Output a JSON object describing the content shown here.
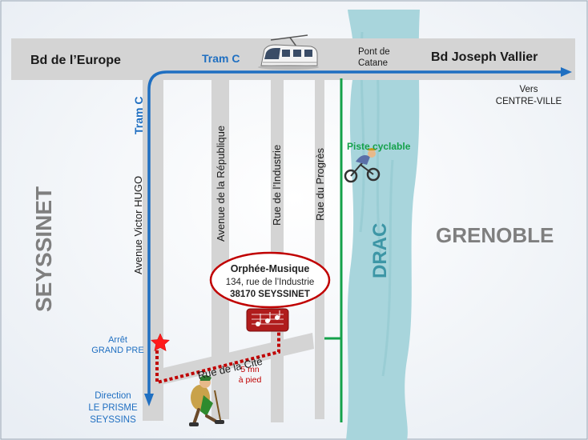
{
  "streets": {
    "bd_europe": "Bd de l’Europe",
    "bd_vallier": "Bd Joseph Vallier",
    "pont_catane_line1": "Pont de",
    "pont_catane_line2": "Catane",
    "av_victor_hugo": "Avenue Victor HUGO",
    "av_republique": "Avenue de la République",
    "rue_industrie": "Rue de l’Industrie",
    "rue_progres": "Rue du Progrès",
    "rue_cite": "Rue de la Cité"
  },
  "tram": {
    "label_horizontal": "Tram C",
    "label_vertical": "Tram C"
  },
  "areas": {
    "seyssinet": "SEYSSINET",
    "grenoble": "GRENOBLE",
    "river": "DRAC"
  },
  "directions": {
    "vers": "Vers",
    "centre_ville": "CENTRE-VILLE",
    "direction": "Direction",
    "le_prisme": "LE PRISME",
    "seyssins": "SEYSSINS"
  },
  "stop": {
    "line1": "Arrêt",
    "line2": "GRAND PRE"
  },
  "bike": {
    "label": "Piste cyclable"
  },
  "walk": {
    "line1": "5 mn",
    "line2": "à pied"
  },
  "venue": {
    "name": "Orphée-Musique",
    "address": "134, rue de l’Industrie",
    "city": "38170 SEYSSINET"
  },
  "colors": {
    "street": "#d4d4d4",
    "river": "#a8d5dc",
    "tram": "#1f6fc1",
    "bike": "#14a14a",
    "walk": "#c00000",
    "venue_border": "#c00000",
    "area_text": "#7f7f7f",
    "text": "#222222"
  },
  "icons": {
    "tram": "tram-icon",
    "stop": "star-icon",
    "venue": "music-shop-icon",
    "cyclist": "cyclist-icon",
    "hiker": "hiker-icon"
  }
}
